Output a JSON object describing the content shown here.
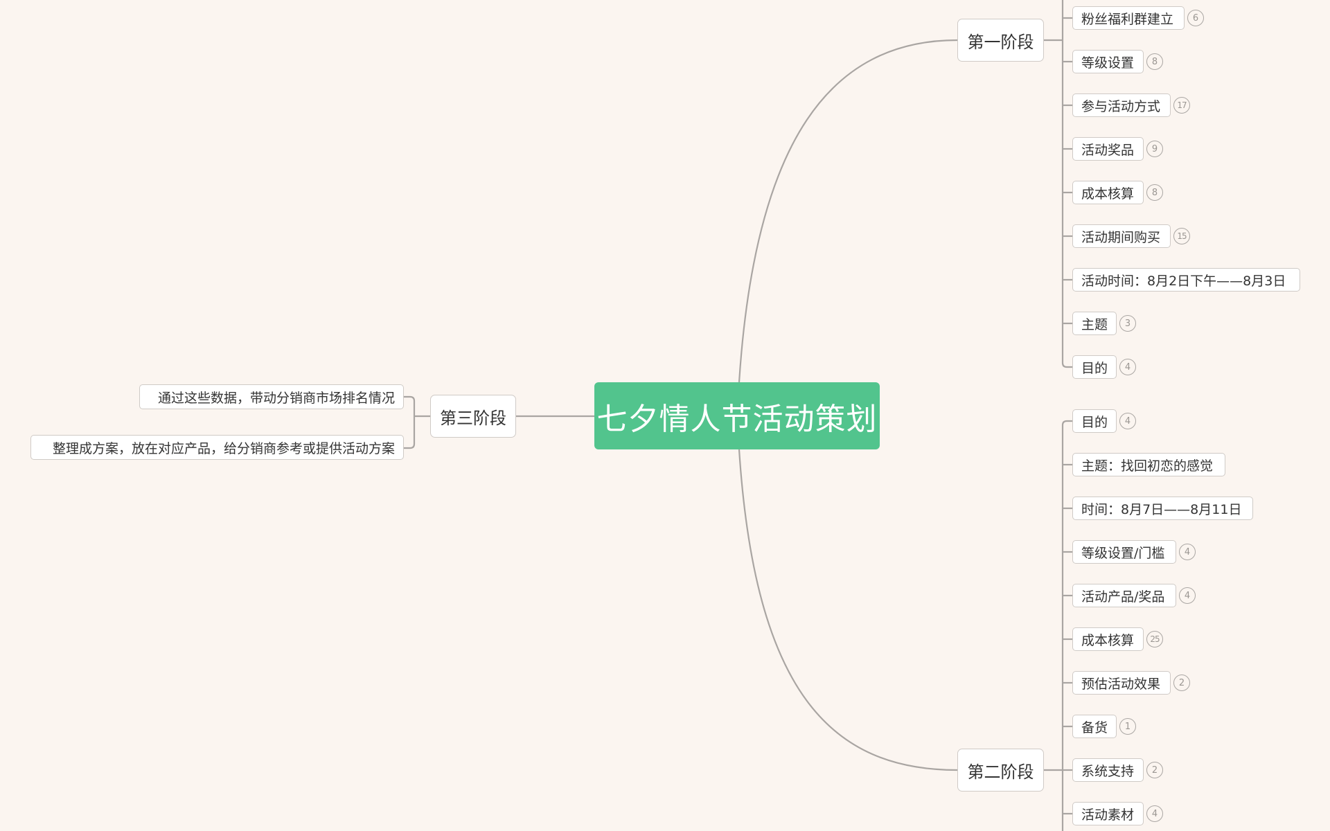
{
  "root": {
    "label": "七夕情人节活动策划",
    "color": "#52c48d"
  },
  "stage1": {
    "label": "第一阶段",
    "children": [
      {
        "label": "粉丝福利群建立",
        "count": "6"
      },
      {
        "label": "等级设置",
        "count": "8"
      },
      {
        "label": "参与活动方式",
        "count": "17"
      },
      {
        "label": "活动奖品",
        "count": "9"
      },
      {
        "label": "成本核算",
        "count": "8"
      },
      {
        "label": "活动期间购买",
        "count": "15"
      },
      {
        "label": "活动时间：8月2日下午——8月3日",
        "count": null
      },
      {
        "label": "主题",
        "count": "3"
      },
      {
        "label": "目的",
        "count": "4"
      }
    ]
  },
  "stage2": {
    "label": "第二阶段",
    "children": [
      {
        "label": "目的",
        "count": "4"
      },
      {
        "label": "主题：找回初恋的感觉",
        "count": null
      },
      {
        "label": "时间：8月7日——8月11日",
        "count": null
      },
      {
        "label": "等级设置/门槛",
        "count": "4"
      },
      {
        "label": "活动产品/奖品",
        "count": "4"
      },
      {
        "label": "成本核算",
        "count": "25"
      },
      {
        "label": "预估活动效果",
        "count": "2"
      },
      {
        "label": "备货",
        "count": "1"
      },
      {
        "label": "系统支持",
        "count": "2"
      },
      {
        "label": "活动素材",
        "count": "4"
      }
    ]
  },
  "stage3": {
    "label": "第三阶段",
    "children": [
      {
        "label": "通过这些数据，带动分销商市场排名情况"
      },
      {
        "label": "整理成方案，放在对应产品，给分销商参考或提供活动方案"
      }
    ]
  },
  "colors": {
    "background": "#fbf5f0",
    "line": "#a9a5a2",
    "node_border": "#cfcac6",
    "text": "#333333"
  }
}
